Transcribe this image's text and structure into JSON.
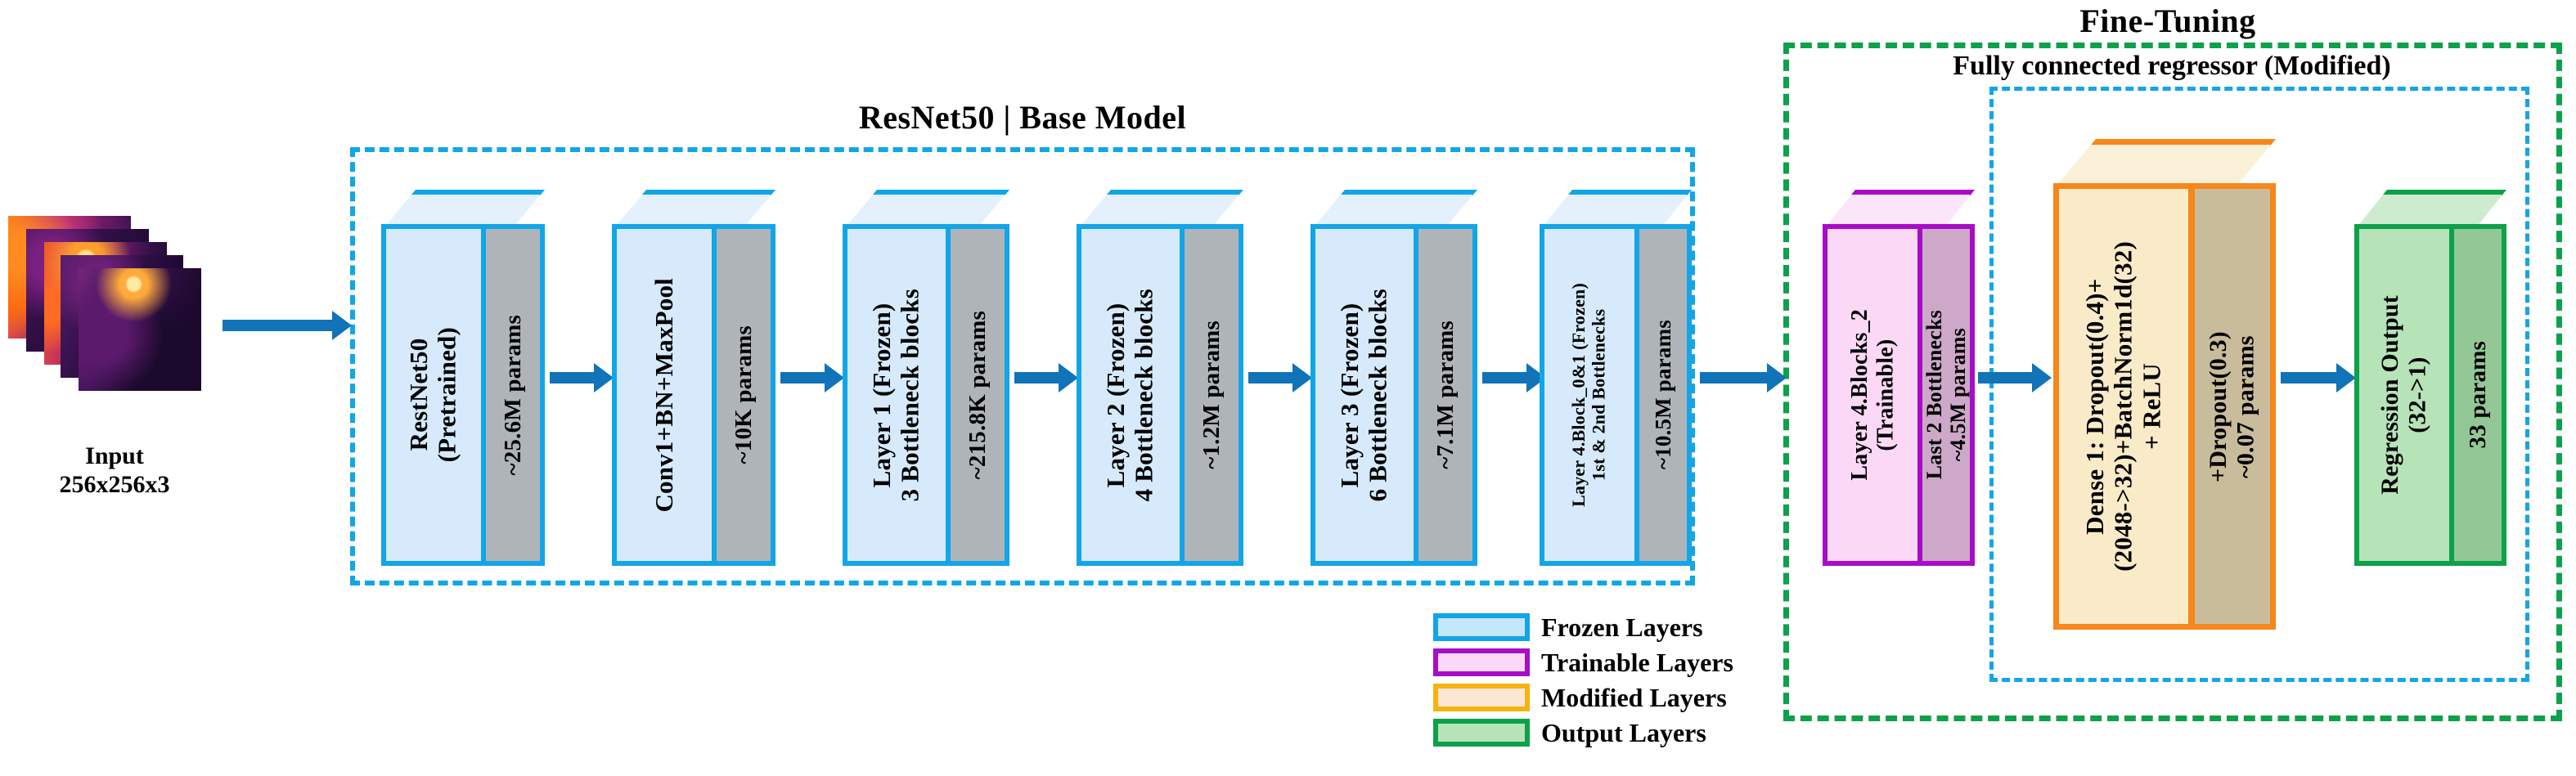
{
  "figure": {
    "type": "neural-network-architecture-diagram",
    "background": "#ffffff"
  },
  "titles": {
    "fine_tuning": "Fine-Tuning",
    "resnet_base": "ResNet50 | Base Model",
    "fcr": "Fully connected regressor (Modified)"
  },
  "input": {
    "label_line1": "Input",
    "label_line2": "256x256x3",
    "label": "Input\n256x256x3",
    "stack_count": 5,
    "colormap": "inferno"
  },
  "colors": {
    "frozen_border": "#12A5E8",
    "frozen_face": "#D6EAFB",
    "frozen_side": "#AFB4B8",
    "frozen_top": "#E4F1FC",
    "trainable_border": "#A80CC8",
    "trainable_face": "#FBD9F6",
    "trainable_side": "#CDA8C8",
    "trainable_top": "#FBE5F8",
    "modified_border": "#F7861B",
    "modified_face": "#FAEBC8",
    "modified_side": "#C9BC9B",
    "modified_top": "#FAF0D8",
    "output_border": "#0CA14A",
    "output_face": "#B6E3B8",
    "output_side": "#93C796",
    "output_top": "#CDEBCE",
    "arrow": "#1173B8",
    "finetune_frame": "#0CA14A",
    "base_frame": "#12A5E8"
  },
  "base_model_boxes": [
    {
      "front": "RestNet50\n(Pretrained)",
      "side": "~25.6M params",
      "style": "frozen"
    },
    {
      "front": "Conv1+BN+MaxPool",
      "side": "~10K params",
      "style": "frozen"
    },
    {
      "front": "Layer 1 (Frozen)\n3 Bottleneck blocks",
      "side": "~215.8K params",
      "style": "frozen"
    },
    {
      "front": "Layer 2 (Frozen)\n4 Bottleneck blocks",
      "side": "~1.2M params",
      "style": "frozen"
    },
    {
      "front": "Layer 3 (Frozen)\n6 Bottleneck blocks",
      "side": "~7.1M params",
      "style": "frozen"
    },
    {
      "front": "Layer 4.Block_0&1 (Frozen)\n1st & 2nd Bottlenecks",
      "side": "~10.5M params",
      "style": "frozen"
    }
  ],
  "finetune_boxes": [
    {
      "front": "Layer 4.Blocks_2\n(Trainable)",
      "side": "Last 2 Bottlenecks\n~4.5M params",
      "style": "trainable"
    },
    {
      "front": "Dense 1: Dropout(0.4)+\n(2048->32)+BatchNorm1d(32)\n+ ReLU",
      "side": "+Dropout(0.3)\n~0.07 params",
      "style": "modified"
    },
    {
      "front": "Regression Output\n(32->1)",
      "side": "33 params",
      "style": "output"
    }
  ],
  "legend": {
    "items": [
      {
        "label": "Frozen Layers",
        "fill": "#C5E7FA",
        "border": "#12A5E8"
      },
      {
        "label": "Trainable Layers",
        "fill": "#FBD9F6",
        "border": "#A80CC8"
      },
      {
        "label": "Modified Layers",
        "fill": "#FCE6D5",
        "border": "#F5B312"
      },
      {
        "label": "Output Layers",
        "fill": "#B6E3B8",
        "border": "#0CA14A"
      }
    ]
  }
}
